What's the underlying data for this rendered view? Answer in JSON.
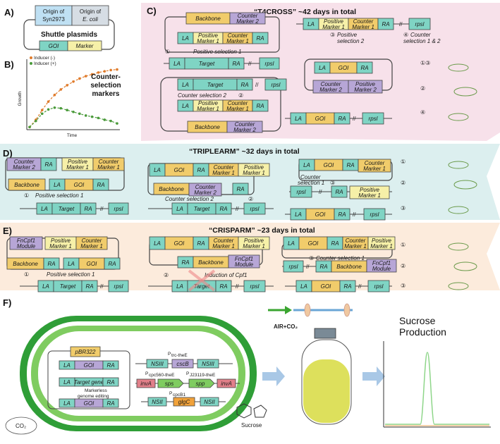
{
  "colors": {
    "LA": "#7fd4c4",
    "RA": "#7fd4c4",
    "target": "#7fd4c4",
    "GOI": "#f1cc6b",
    "backbone": "#f1cc6b",
    "counter1": "#f1cc6b",
    "counter2": "#b7a6d6",
    "positive1": "#f6f0a8",
    "positive2": "#b7a6d6",
    "pink_bg": "#f7e1ea",
    "blue_bg": "#dcefef",
    "peach_bg": "#fcebdc"
  },
  "panelA": {
    "label": "A)",
    "origin1": "Origin of",
    "origin1b": "Syn2973",
    "origin2": "Origin of",
    "origin2b": "E. coli",
    "goi": "GOI",
    "marker": "Marker",
    "caption": "Shuttle plasmids"
  },
  "panelB": {
    "label": "B)",
    "legend_minus": "Inducer (-)",
    "legend_plus": "Inducer (+)",
    "ylabel": "Growth",
    "xlabel": "Time",
    "caption1": "Counter-",
    "caption2": "selection",
    "caption3": "markers"
  },
  "chart_data": {
    "type": "line",
    "title": "",
    "xlabel": "Time",
    "ylabel": "Growth",
    "series": [
      {
        "name": "Inducer (-)",
        "values": [
          0.02,
          0.14,
          0.3,
          0.44,
          0.55,
          0.64,
          0.71,
          0.77,
          0.82,
          0.86,
          0.89,
          0.92,
          0.94,
          0.96,
          0.97
        ]
      },
      {
        "name": "Inducer (+)",
        "values": [
          0.02,
          0.12,
          0.24,
          0.31,
          0.34,
          0.33,
          0.3,
          0.27,
          0.24,
          0.21,
          0.19,
          0.17,
          0.14,
          0.12,
          0.08
        ]
      }
    ]
  },
  "panelC": {
    "label": "C)",
    "title": "“T4CROSS” ~42 days in total",
    "backbone": "Backbone",
    "counter2a": "Counter",
    "counter2b": "Marker 2",
    "pos1a": "Positive",
    "pos1b": "Marker 1",
    "cnt1a": "Counter",
    "cnt1b": "Marker 1",
    "la": "LA",
    "ra": "RA",
    "target": "Target",
    "goi": "GOI",
    "rpsl": "rpsl",
    "step1": "①",
    "sel1": "Positive selection 1",
    "step2": "②",
    "sel2": "Counter selection 2",
    "step3": "③",
    "sel3a": "Positive",
    "sel3b": "selection 2",
    "step4": "④",
    "sel4a": "Counter",
    "sel4b": "selection 1 & 2",
    "pos2a": "Positive",
    "pos2b": "Marker 2",
    "side1": "①③",
    "side2": "②",
    "side4": "④",
    "sep": "//"
  },
  "panelD": {
    "label": "D)",
    "title": "“TRIPLEARM” ~32 days in total",
    "counter2a": "Counter",
    "counter2b": "Marker 2",
    "pos1a": "Positive",
    "pos1b": "Marker 1",
    "cnt1a": "Counter",
    "cnt1b": "Marker 1",
    "backbone": "Backbone",
    "la": "LA",
    "ra": "RA",
    "goi": "GOI",
    "target": "Target",
    "rpsl": "rpsl",
    "step1": "①",
    "sel1": "Positive selection 1",
    "step2": "②",
    "sel2": "Counter selection 2",
    "step3": "③",
    "sel3a": "Counter",
    "sel3b": "selection 1",
    "side1": "①",
    "side2": "②",
    "side3": "③",
    "sep": "//"
  },
  "panelE": {
    "label": "E)",
    "title": "“CRISPARM” ~23 days in total",
    "fn1": "FnCpf1",
    "fn2": "Module",
    "pos1a": "Positive",
    "pos1b": "Marker 1",
    "cnt1a": "Counter",
    "cnt1b": "Marker 1",
    "backbone": "Backbone",
    "la": "LA",
    "ra": "RA",
    "goi": "GOI",
    "target": "Target",
    "rpsl": "rpsl",
    "step1": "①",
    "sel1": "Positive selection 1",
    "step2": "②",
    "sel2": "Induction of Cpf1",
    "step3": "③",
    "sel3": "Counter selection 1",
    "side1": "①",
    "side2": "②",
    "side3": "③",
    "sep": "//"
  },
  "panelF": {
    "label": "F)",
    "plasmid": "pBR322",
    "la": "LA",
    "goi": "GOI",
    "ra": "RA",
    "target_gene": "Target gene",
    "markerless1": "Markerless",
    "markerless2": "genome editing",
    "ptrc": "P",
    "ptrc_sub": "trc-theE",
    "nsiii": "NSIII",
    "cscb": "cscB",
    "pcpc": "P",
    "pcpc_sub": "cpc560-theE",
    "pj": "P",
    "pj_sub": "J23119-theE",
    "inva": "invA",
    "sps": "sps",
    "spp": "spp",
    "pcpcb": "P",
    "pcpcb_sub": "cpcB1",
    "nsii": "NSII",
    "glgc": "glgC",
    "co2": "CO₂",
    "sucrose": "Sucrose",
    "air": "AIR+CO₂",
    "prod1": "Sucrose",
    "prod2": "Production"
  }
}
